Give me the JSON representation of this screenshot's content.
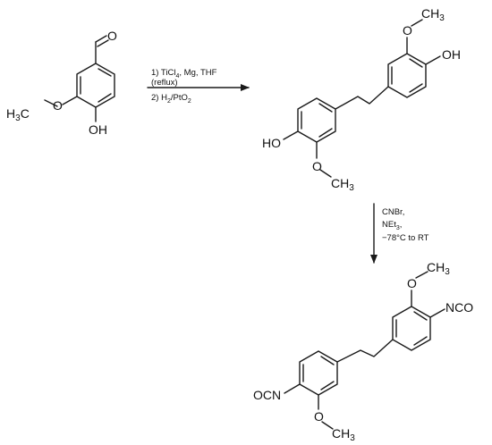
{
  "molecules": {
    "vanillin": {
      "methyl_group": "H3C",
      "methoxy_oxygen": "O",
      "hydroxyl": "OH",
      "aldehyde_oxygen": "O"
    },
    "diol": {
      "methyl_a": "CH3",
      "methoxy_oxygen_a": "O",
      "hydroxyl_a": "OH",
      "hydroxyl_b": "HO",
      "methoxy_oxygen_b": "O",
      "methyl_b": "CH3"
    },
    "diisocyanate": {
      "methyl_a": "CH3",
      "methoxy_oxygen_a": "O",
      "isocyanate_a": "NCO",
      "isocyanate_b": "OCN",
      "methoxy_oxygen_b": "O",
      "methyl_b": "CH3"
    }
  },
  "steps": [
    {
      "lines": [
        "1) TiCl4, Mg, THF",
        "(reflux)",
        "2) H2/PtO2"
      ]
    },
    {
      "lines": [
        "CNBr,",
        "NEt3,",
        "−78°C to RT"
      ]
    }
  ]
}
